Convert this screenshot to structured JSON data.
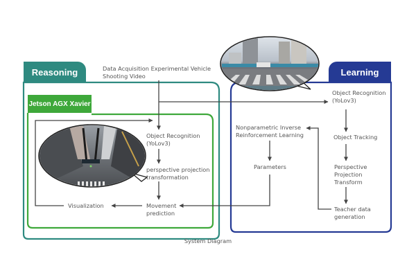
{
  "colors": {
    "reasoning": "#2e8a80",
    "learning": "#253a94",
    "jetson": "#3ea83a",
    "arrow": "#444444",
    "text": "#555555"
  },
  "sections": {
    "reasoning": {
      "title": "Reasoning"
    },
    "jetson": {
      "title": "Jetson AGX Xavier"
    },
    "learning": {
      "title": "Learning"
    }
  },
  "nodes": {
    "data_acquisition": {
      "line1": "Data Acquisition Experimental Vehicle",
      "line2": "Shooting Video"
    },
    "object_recognition_reasoning": {
      "line1": "Object Recognition",
      "line2": "(YoLov3)"
    },
    "perspective_projection_reasoning": {
      "line1": "perspective projection",
      "line2": "transformation"
    },
    "movement_prediction": {
      "line1": "Movement",
      "line2": "prediction"
    },
    "visualization": {
      "line1": "Visualization"
    },
    "object_recognition_learning": {
      "line1": "Object Recognition",
      "line2": "(YoLov3)"
    },
    "object_tracking": {
      "line1": "Object Tracking"
    },
    "perspective_projection_learning": {
      "line1": "Perspective",
      "line2": "Projection",
      "line3": "Transform"
    },
    "teacher_data": {
      "line1": "Teacher data",
      "line2": "generation"
    },
    "nonparametric_irl": {
      "line1": "Nonparametric Inverse",
      "line2": "Reinforcement Learning"
    },
    "parameters": {
      "line1": "Parameters"
    }
  },
  "images": {
    "street_view": "street-camera-photo",
    "overhead_view": "fisheye-overhead-photo"
  },
  "caption": "System Diagram"
}
